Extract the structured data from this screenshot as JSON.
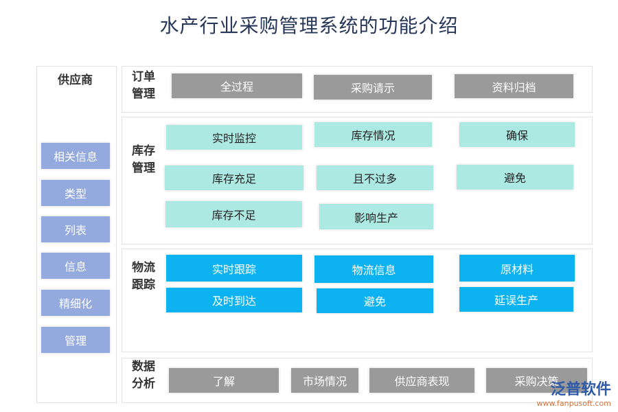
{
  "title": "水产行业采购管理系统的功能介绍",
  "supplier": {
    "label": "供应商",
    "items": [
      "相关信息",
      "类型",
      "列表",
      "信息",
      "精细化",
      "管理"
    ]
  },
  "order": {
    "label": "订单管理",
    "items": [
      "全过程",
      "采购请示",
      "资料归档"
    ]
  },
  "inventory": {
    "label": "库存管理",
    "items": [
      "实时监控",
      "库存情况",
      "确保",
      "库存充足",
      "且不过多",
      "避免",
      "库存不足",
      "影响生产"
    ]
  },
  "logistics": {
    "label": "物流跟踪",
    "items": [
      "实时跟踪",
      "物流信息",
      "原材料",
      "及时到达",
      "避免",
      "延误生产"
    ]
  },
  "analysis": {
    "label": "数据分析",
    "items": [
      "了解",
      "市场情况",
      "供应商表现",
      "采购决策"
    ]
  },
  "watermark": {
    "brand": "泛普软件",
    "url": "www.fanpusoft.com"
  },
  "colors": {
    "gray": "#9a9a9a",
    "teal": "#ade9e3",
    "blue": "#0db3f0",
    "side": "#94a9de"
  }
}
